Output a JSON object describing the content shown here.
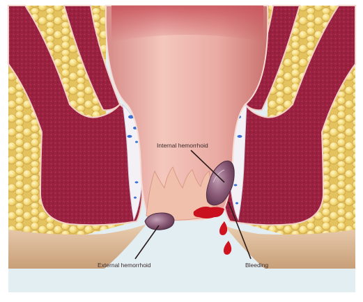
{
  "labels": {
    "internal": "Internal hemorrhoid",
    "external": "External hemorrhoid",
    "bleeding": "Bleeding"
  },
  "colors": {
    "fat_yellow": "#f3dc86",
    "muscle_red": "#9c2340",
    "canal_pink": "#e8a8a2",
    "skin_beige": "#e7c7a4",
    "background_blue": "#e3eef3",
    "hemorrhoid_purple": "#8a5a76",
    "blood_red": "#c8101e"
  },
  "icons": [
    "fat-cells",
    "blood-vessel",
    "blood-drop"
  ]
}
